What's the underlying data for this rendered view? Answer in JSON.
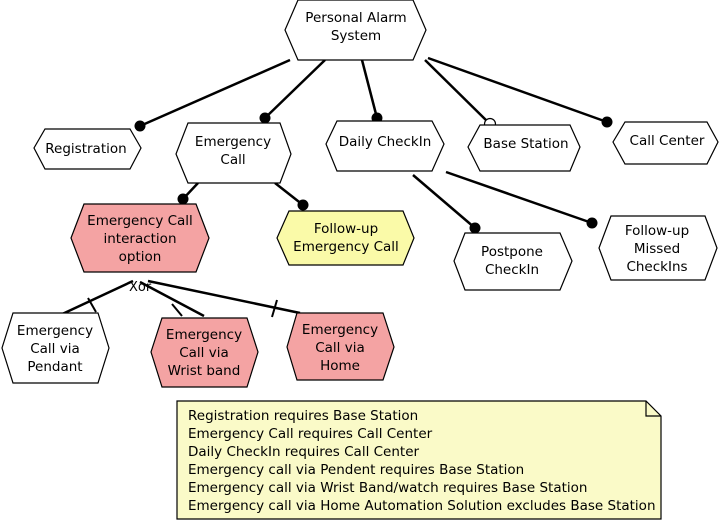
{
  "nodes": {
    "root": {
      "lines": [
        "Personal Alarm",
        "System"
      ]
    },
    "registration": {
      "lines": [
        "Registration"
      ]
    },
    "emergency_call": {
      "lines": [
        "Emergency",
        "Call"
      ]
    },
    "daily_checkin": {
      "lines": [
        "Daily CheckIn"
      ]
    },
    "base_station": {
      "lines": [
        "Base Station"
      ]
    },
    "call_center": {
      "lines": [
        "Call Center"
      ]
    },
    "ec_interaction": {
      "lines": [
        "Emergency Call",
        "interaction",
        "option"
      ]
    },
    "followup_ec": {
      "lines": [
        "Follow-up",
        "Emergency Call"
      ]
    },
    "postpone_checkin": {
      "lines": [
        "Postpone",
        "CheckIn"
      ]
    },
    "followup_missed": {
      "lines": [
        "Follow-up",
        "Missed",
        "CheckIns"
      ]
    },
    "ec_pendant": {
      "lines": [
        "Emergency",
        "Call via",
        "Pendant"
      ]
    },
    "ec_wristband": {
      "lines": [
        "Emergency",
        "Call via",
        "Wrist band"
      ]
    },
    "ec_home": {
      "lines": [
        "Emergency",
        "Call via",
        "Home"
      ]
    }
  },
  "group_label": "Xor",
  "note": {
    "lines": [
      "Registration requires Base Station",
      "Emergency Call requires Call Center",
      "Daily CheckIn requires Call Center",
      "Emergency call via Pendent requires Base Station",
      "Emergency call via Wrist Band/watch requires Base Station",
      "Emergency call via Home Automation Solution excludes Base Station"
    ]
  },
  "colors": {
    "default_fill": "#ffffff",
    "pink_fill": "#f4a3a3",
    "yellow_fill": "#fafaa8",
    "note_fill": "#fafac8",
    "stroke": "#000000"
  }
}
